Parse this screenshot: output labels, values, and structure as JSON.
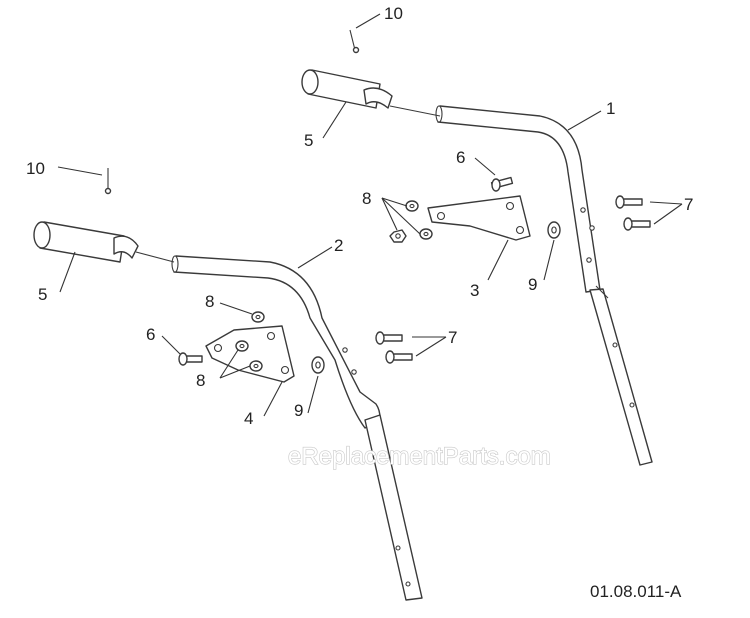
{
  "callouts": {
    "c1": "1",
    "c2": "2",
    "c3": "3",
    "c4": "4",
    "c5a": "5",
    "c5b": "5",
    "c6a": "6",
    "c6b": "6",
    "c7a": "7",
    "c7b": "7",
    "c8a": "8",
    "c8b": "8",
    "c8c": "8",
    "c9a": "9",
    "c9b": "9",
    "c10a": "10",
    "c10b": "10"
  },
  "watermark": "eReplacementParts.com",
  "drawing_code": "01.08.011-A"
}
